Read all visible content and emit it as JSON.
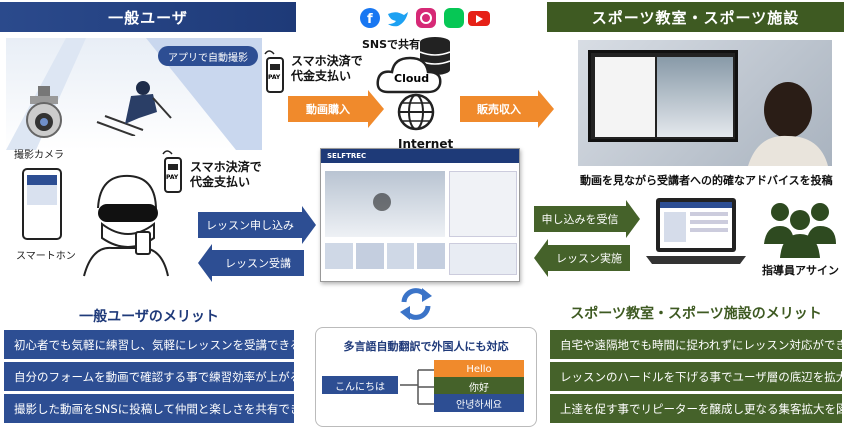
{
  "headers": {
    "general_user": "一般ユーザ",
    "sports_facility": "スポーツ教室・スポーツ施設"
  },
  "left_top": {
    "app_badge": "アプリで自動撮影",
    "camera_label": "撮影カメラ",
    "pay1_line1": "スマホ決済で",
    "pay1_line2": "代金支払い"
  },
  "left_mid": {
    "pay2_line1": "スマホ決済で",
    "pay2_line2": "代金支払い",
    "smartphone_label": "スマートホン"
  },
  "pay_icon_text": "PAY",
  "center": {
    "sns_label": "SNSで共有",
    "cloud_label": "Cloud",
    "internet_label": "Internet",
    "purchase": "動画購入",
    "sales": "販売収入"
  },
  "screen_mock": {
    "brand": "SELFTREC"
  },
  "arrows": {
    "lesson_apply": "レッスン申し込み",
    "lesson_receive": "レッスン受講",
    "receive_apply": "申し込みを受信",
    "lesson_conduct": "レッスン実施"
  },
  "right_top": {
    "caption": "動画を見ながら受講者への的確なアドバイスを投稿"
  },
  "right_mid": {
    "instructor_assign": "指導員アサイン"
  },
  "merits_user": {
    "title": "一般ユーザのメリット",
    "items": [
      "初心者でも気軽に練習し、気軽にレッスンを受講できる",
      "自分のフォームを動画で確認する事で練習効率が上がる",
      "撮影した動画をSNSに投稿して仲間と楽しさを共有できる"
    ]
  },
  "merits_facility": {
    "title": "スポーツ教室・スポーツ施設のメリット",
    "items": [
      "自宅や遠隔地でも時間に捉われずにレッスン対応ができる",
      "レッスンのハードルを下げる事でユーザ層の底辺を拡大する",
      "上達を促す事でリピーターを醸成し更なる集客拡大を図る"
    ]
  },
  "translation": {
    "title": "多言語自動翻訳で外国人にも対応",
    "source": "こんにちは",
    "targets": [
      "Hello",
      "你好",
      "안녕하세요"
    ]
  },
  "colors": {
    "navy": "#2d4e93",
    "green": "#45622a",
    "orange": "#f08a2c"
  }
}
